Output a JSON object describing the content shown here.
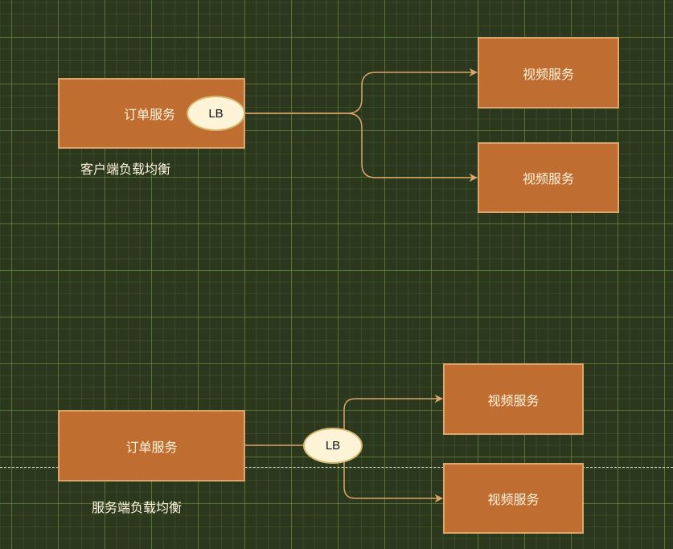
{
  "colors": {
    "background": "#2b381e",
    "box_fill": "#bf6d30",
    "box_stroke": "#dba56b",
    "lb_fill": "#fdf3d6",
    "edge": "#dba56b"
  },
  "client_side": {
    "caption": "客户端负载均衡",
    "order_service": "订单服务",
    "lb": "LB",
    "video_services": [
      "视频服务",
      "视频服务"
    ]
  },
  "server_side": {
    "caption": "服务端负载均衡",
    "order_service": "订单服务",
    "lb": "LB",
    "video_services": [
      "视频服务",
      "视频服务"
    ]
  }
}
